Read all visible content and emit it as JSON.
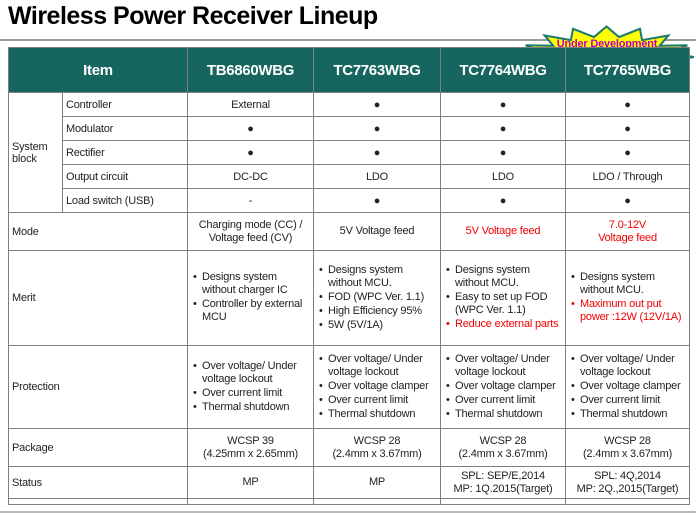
{
  "title": "Wireless Power Receiver Lineup",
  "badge": "Under Development",
  "colors": {
    "header_bg": "#16665f",
    "red_text": "#f00000",
    "badge_fill": "#ffff00",
    "badge_stroke": "#1b7a6e",
    "badge_text": "#bb00bb",
    "border": "#7f7f7f"
  },
  "table": {
    "header": {
      "item": "Item",
      "products": [
        "TB6860WBG",
        "TC7763WBG",
        "TC7764WBG",
        "TC7765WBG"
      ]
    },
    "system_block": {
      "label": "System block",
      "rows": [
        {
          "label": "Controller",
          "values": [
            "External",
            "●",
            "●",
            "●"
          ]
        },
        {
          "label": "Modulator",
          "values": [
            "●",
            "●",
            "●",
            "●"
          ]
        },
        {
          "label": "Rectifier",
          "values": [
            "●",
            "●",
            "●",
            "●"
          ]
        },
        {
          "label": "Output circuit",
          "values": [
            "DC-DC",
            "LDO",
            "LDO",
            "LDO / Through"
          ]
        },
        {
          "label": "Load switch (USB)",
          "values": [
            "-",
            "●",
            "●",
            "●"
          ]
        }
      ]
    },
    "mode": {
      "label": "Mode",
      "cells": [
        {
          "lines": [
            "Charging mode (CC) /",
            "Voltage feed (CV)"
          ],
          "red": false
        },
        {
          "lines": [
            "5V Voltage feed"
          ],
          "red": false
        },
        {
          "lines": [
            "5V Voltage feed"
          ],
          "red": true
        },
        {
          "lines": [
            "7.0-12V",
            "Voltage feed"
          ],
          "red": true
        }
      ]
    },
    "merit": {
      "label": "Merit",
      "cells": [
        {
          "items": [
            {
              "text": "Designs system without charger IC",
              "red": false
            },
            {
              "text": "Controller by external MCU",
              "red": false
            }
          ]
        },
        {
          "items": [
            {
              "text": "Designs system without MCU.",
              "red": false
            },
            {
              "text": "FOD (WPC Ver. 1.1)",
              "red": false
            },
            {
              "text": "High Efficiency 95%",
              "red": false
            },
            {
              "text": "5W (5V/1A)",
              "red": false
            }
          ]
        },
        {
          "items": [
            {
              "text": "Designs system without MCU.",
              "red": false
            },
            {
              "text": "Easy to set up FOD (WPC Ver. 1.1)",
              "red": false
            },
            {
              "text": "Reduce external parts",
              "red": true
            }
          ]
        },
        {
          "items": [
            {
              "text": "Designs system without MCU.",
              "red": false
            },
            {
              "text": "Maximum out put power  :12W (12V/1A)",
              "red": true
            }
          ]
        }
      ]
    },
    "protection": {
      "label": "Protection",
      "cells": [
        {
          "items": [
            {
              "text": "Over voltage/ Under voltage lockout",
              "red": false
            },
            {
              "text": "Over current limit",
              "red": false
            },
            {
              "text": "Thermal shutdown",
              "red": false
            }
          ]
        },
        {
          "items": [
            {
              "text": "Over voltage/ Under voltage lockout",
              "red": false
            },
            {
              "text": "Over voltage clamper",
              "red": false
            },
            {
              "text": "Over current limit",
              "red": false
            },
            {
              "text": "Thermal shutdown",
              "red": false
            }
          ]
        },
        {
          "items": [
            {
              "text": "Over voltage/ Under voltage lockout",
              "red": false
            },
            {
              "text": "Over voltage clamper",
              "red": false
            },
            {
              "text": "Over current limit",
              "red": false
            },
            {
              "text": "Thermal shutdown",
              "red": false
            }
          ]
        },
        {
          "items": [
            {
              "text": "Over voltage/ Under voltage lockout",
              "red": false
            },
            {
              "text": "Over voltage clamper",
              "red": false
            },
            {
              "text": "Over current limit",
              "red": false
            },
            {
              "text": "Thermal shutdown",
              "red": false
            }
          ]
        }
      ]
    },
    "package": {
      "label": "Package",
      "cells": [
        {
          "lines": [
            "WCSP 39",
            "(4.25mm x 2.65mm)"
          ]
        },
        {
          "lines": [
            "WCSP 28",
            "(2.4mm x 3.67mm)"
          ]
        },
        {
          "lines": [
            "WCSP 28",
            "(2.4mm x 3.67mm)"
          ]
        },
        {
          "lines": [
            "WCSP 28",
            "(2.4mm x 3.67mm)"
          ]
        }
      ]
    },
    "status": {
      "label": "Status",
      "cells": [
        {
          "lines": [
            "MP"
          ]
        },
        {
          "lines": [
            "MP"
          ]
        },
        {
          "lines": [
            "SPL: SEP/E,2014",
            "MP: 1Q.2015(Target)"
          ]
        },
        {
          "lines": [
            "SPL: 4Q,2014",
            "MP: 2Q.,2015(Target)"
          ]
        }
      ]
    }
  }
}
